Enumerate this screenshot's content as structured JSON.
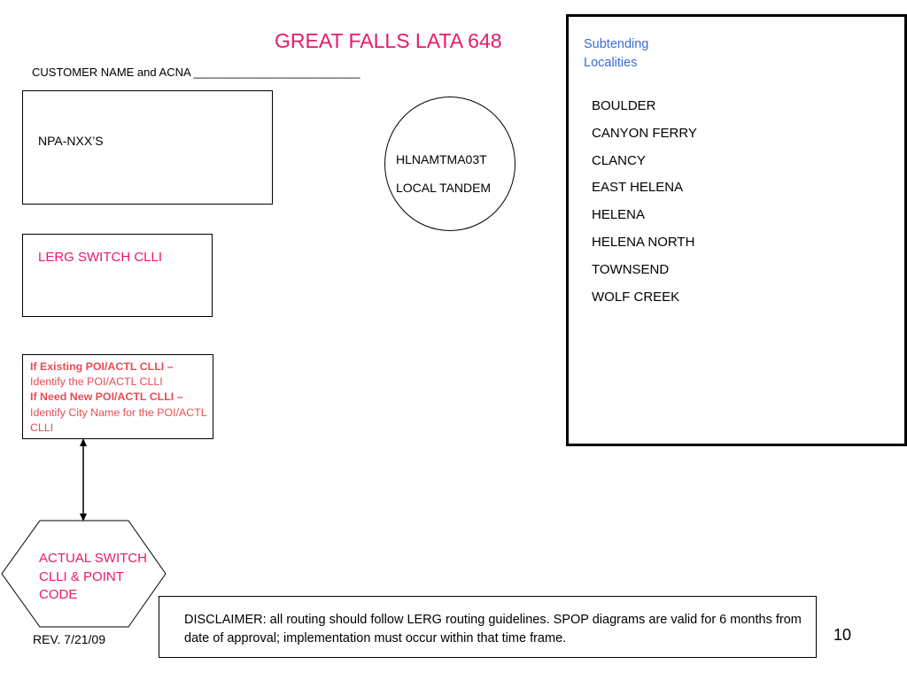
{
  "title": "GREAT FALLS LATA 648",
  "customer_label": "CUSTOMER NAME and ACNA __________________________",
  "npa_label": "NPA-NXX’S",
  "lerg_label": "LERG SWITCH CLLI",
  "poi": {
    "existing_bold": "If Existing POI/ACTL CLLI –",
    "existing_text": " Identify the POI/ACTL CLLI",
    "need_bold": "If Need New POI/ACTL CLLI –",
    "need_text": " Identify City Name for the POI/ACTL CLLI"
  },
  "tandem": {
    "clli": "HLNAMTMA03T",
    "type": "LOCAL TANDEM"
  },
  "localities": {
    "header": "Subtending Localities",
    "items": [
      "BOULDER",
      "CANYON FERRY",
      "CLANCY",
      "EAST HELENA",
      "HELENA",
      "HELENA NORTH",
      "TOWNSEND",
      "WOLF CREEK"
    ]
  },
  "actual_switch_label": "ACTUAL SWITCH CLLI & POINT CODE",
  "disclaimer": "DISCLAIMER: all routing should follow LERG routing guidelines. SPOP diagrams are valid for 6 months from date of approval; implementation must occur within that time frame.",
  "revision": "REV. 7/21/09",
  "page_number": "10",
  "colors": {
    "title": "#e8196e",
    "poi_text": "#e84a55",
    "localities_header": "#3a6bd8"
  }
}
